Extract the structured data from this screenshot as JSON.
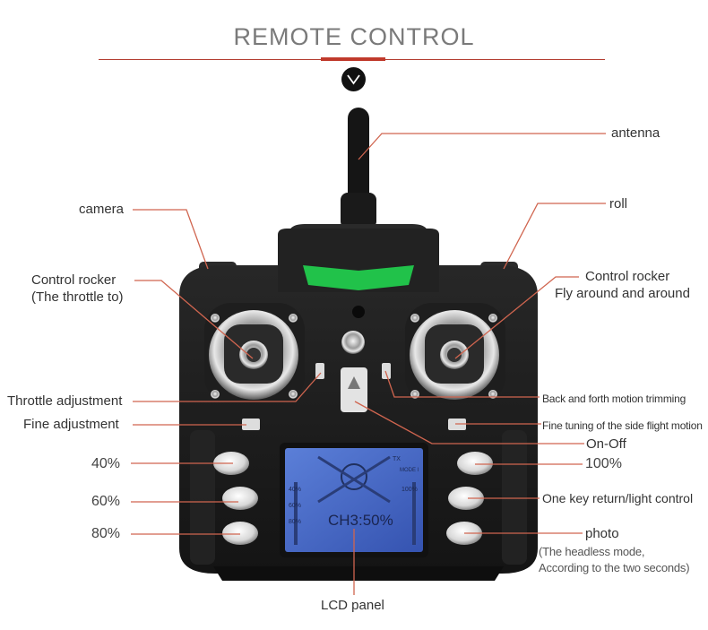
{
  "header": {
    "title": "REMOTE CONTROL",
    "badge_icon": "chevron-down-icon",
    "accent_color": "#c0392b"
  },
  "labels": {
    "antenna": "antenna",
    "camera": "camera",
    "roll": "roll",
    "left_rocker_1": "Control rocker",
    "left_rocker_2": "(The throttle to)",
    "right_rocker_1": "Control rocker",
    "right_rocker_2": "Fly around and around",
    "throttle_adjustment": "Throttle adjustment",
    "fine_adjustment": "Fine adjustment",
    "back_forth_trim": "Back and forth motion trimming",
    "side_fine_tune": "Fine tuning of the side flight motion",
    "on_off": "On-Off",
    "pct_40": "40%",
    "pct_60": "60%",
    "pct_80": "80%",
    "pct_100": "100%",
    "return_light": "One key return/light control",
    "photo": "photo",
    "photo_note_1": "(The headless mode,",
    "photo_note_2": "According to the two seconds)",
    "lcd_panel": "LCD panel"
  },
  "lcd": {
    "main_text": "CH3:50%",
    "row_40": "40%",
    "row_60": "60%",
    "row_80": "80%",
    "row_100": "100%",
    "tx": "TX",
    "mode": "MODE I",
    "backlight_color": "#3f64c6"
  },
  "colors": {
    "leader_line": "#d0654f",
    "body": "#1c1c1c",
    "led_bar": "#21c24a"
  }
}
